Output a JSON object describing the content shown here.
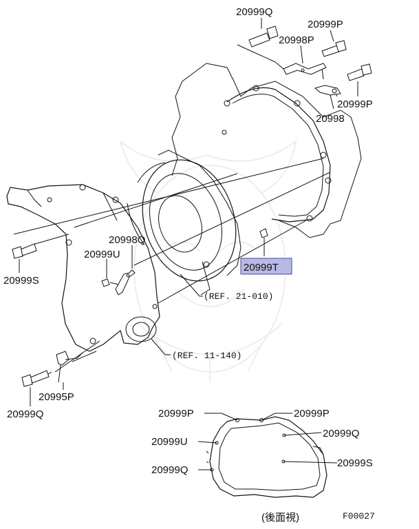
{
  "colors": {
    "ink": "#111111",
    "highlight": "#b9b9e6",
    "background": "#ffffff",
    "watermark": "#e6e6e6"
  },
  "icons": {
    "watermark": "samurai-mask-watermark-icon"
  },
  "callouts": {
    "top_bolt_q": "20999Q",
    "top_bolt_p": "20999P",
    "top_bracket_p": "20998P",
    "right_bolt_p": "20999P",
    "right_bracket": "20998",
    "left_bolt_s": "20999S",
    "bracket_q": "20998Q",
    "small_bolt_u": "20999U",
    "highlighted_bolt_t": "20999T",
    "ref_clutch": "(REF. 21-010)",
    "ref_engine": "(REF. 11-140)",
    "clip_p": "20995P",
    "bottom_bolt_q": "20999Q"
  },
  "inset": {
    "p_left": "20999P",
    "p_right": "20999P",
    "u": "20999U",
    "q_left": "20999Q",
    "q_right": "20999Q",
    "s": "20999S",
    "caption": "(後面視)"
  },
  "figure_code": "F00027"
}
